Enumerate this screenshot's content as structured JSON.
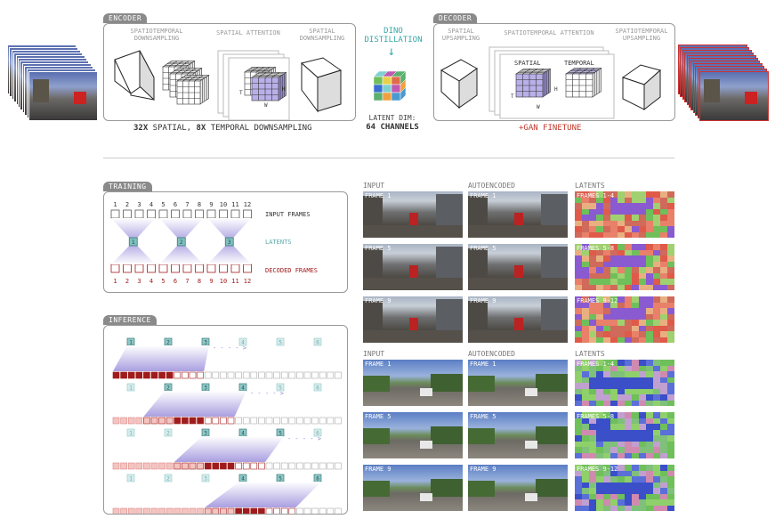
{
  "encoder": {
    "tag": "ENCODER",
    "stages": [
      "SPATIOTEMPORAL\nDOWNSAMPLING",
      "SPATIAL ATTENTION",
      "SPATIAL\nDOWNSAMPLING"
    ],
    "axis_t": "T",
    "axis_h": "H",
    "axis_w": "W",
    "caption_a": "32X",
    "caption_b": " SPATIAL, ",
    "caption_c": "8X",
    "caption_d": " TEMPORAL DOWNSAMPLING"
  },
  "dino": {
    "title": "DINO\nDISTILLATION",
    "arrow": "↓",
    "latent_a": "LATENT DIM:",
    "latent_b": "64 CHANNELS"
  },
  "decoder": {
    "tag": "DECODER",
    "stages": [
      "SPATIAL\nUPSAMPLING",
      "SPATIOTEMPORAL ATTENTION",
      "SPATIOTEMPORAL\nUPSAMPLING"
    ],
    "inner_spatial": "SPATIAL",
    "inner_temporal": "TEMPORAL",
    "axis_t": "T",
    "axis_h": "H",
    "axis_w": "W",
    "caption": "+GAN FINETUNE"
  },
  "training": {
    "tag": "TRAINING",
    "input_numbers": [
      "1",
      "2",
      "3",
      "4",
      "5",
      "6",
      "7",
      "8",
      "9",
      "10",
      "11",
      "12"
    ],
    "latent_numbers": [
      "1",
      "2",
      "3"
    ],
    "input_label": "INPUT FRAMES",
    "latents_label": "LATENTS",
    "decoded_label": "DECODED FRAMES"
  },
  "inference": {
    "tag": "INFERENCE",
    "latent_numbers": [
      "1",
      "2",
      "3",
      "4",
      "5",
      "6"
    ],
    "arrow": "- - - - >"
  },
  "grid_top": {
    "headers": [
      "INPUT",
      "AUTOENCODED",
      "LATENTS"
    ],
    "rows": [
      [
        "FRAME 1",
        "FRAME 1",
        "FRAMES 1-4"
      ],
      [
        "FRAME 5",
        "FRAME 5",
        "FRAMES 5-8"
      ],
      [
        "FRAME 9",
        "FRAME 9",
        "FRAMES 9-12"
      ]
    ]
  },
  "grid_bottom": {
    "headers": [
      "INPUT",
      "AUTOENCODED",
      "LATENTS"
    ],
    "rows": [
      [
        "FRAME 1",
        "FRAME 1",
        "FRAMES 1-4"
      ],
      [
        "FRAME 5",
        "FRAME 5",
        "FRAMES 5-8"
      ],
      [
        "FRAME 9",
        "FRAME 9",
        "FRAMES 9-12"
      ]
    ]
  },
  "colors": {
    "latent_teal": "#7fbfbf",
    "decoded_red": "#a01c1c",
    "light_red": "#f4c4c0",
    "purple": "#9a8fd6",
    "gan_red": "#c0392b"
  }
}
